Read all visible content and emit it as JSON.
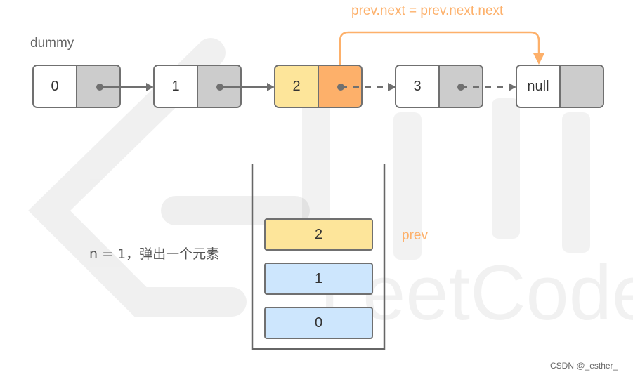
{
  "top_caption": "prev.next = prev.next.next",
  "dummy_label": "dummy",
  "nodes": [
    {
      "value": "0"
    },
    {
      "value": "1"
    },
    {
      "value": "2"
    },
    {
      "value": "3"
    },
    {
      "value": "null"
    }
  ],
  "stack": {
    "items": [
      "2",
      "1",
      "0"
    ],
    "pointer_label": "prev"
  },
  "note": "n = 1，弹出一个元素",
  "watermark_text": "LeetCode",
  "credit": "CSDN @_esther_",
  "colors": {
    "border": "#707070",
    "node_fill": "#ffffff",
    "pointer_fill": "#cccccc",
    "highlight_value": "#fde59a",
    "highlight_pointer": "#fdb06a",
    "accent": "#fdb06a",
    "stack_blue": "#cde6fd",
    "stack_yellow": "#fde59a"
  }
}
